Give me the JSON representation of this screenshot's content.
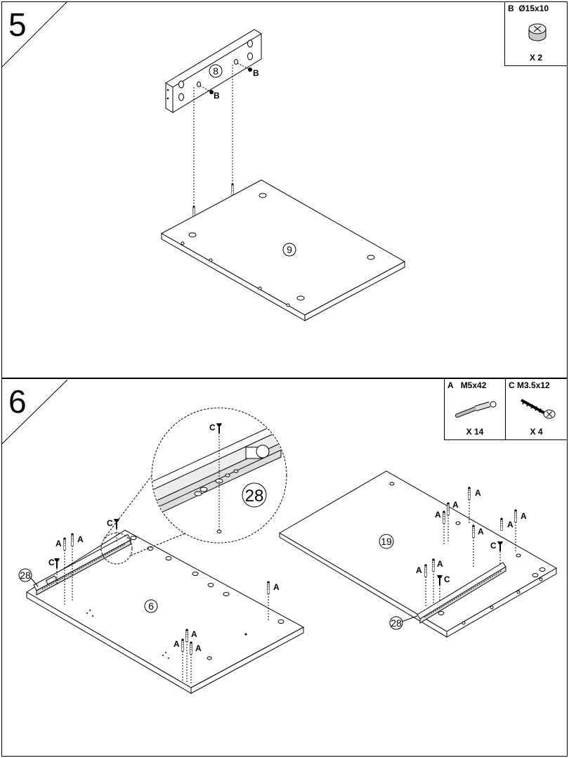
{
  "step5": {
    "number": "5",
    "hardware": {
      "letter": "B",
      "size": "Ø15x10",
      "qty": "X 2",
      "icon": "cam-lock-icon"
    },
    "parts": {
      "top": "8",
      "bottom": "9"
    },
    "labels": {
      "b1": "B",
      "b2": "B"
    }
  },
  "step6": {
    "number": "6",
    "hardware": [
      {
        "letter": "A",
        "size": "M5x42",
        "qty": "X 14",
        "icon": "cam-bolt-icon"
      },
      {
        "letter": "C",
        "size": "M3.5x12",
        "qty": "X 4",
        "icon": "screw-icon"
      }
    ],
    "parts": {
      "left_panel": "6",
      "right_panel": "19",
      "rail_left": "28",
      "rail_right": "28",
      "rail_zoom": "28"
    },
    "labels": {
      "a": "A",
      "c": "C"
    }
  }
}
